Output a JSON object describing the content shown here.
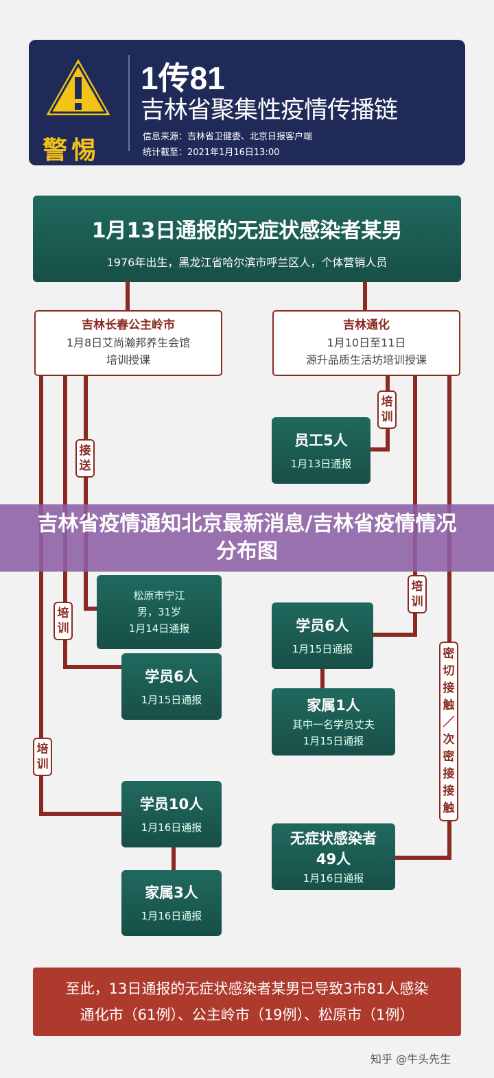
{
  "header": {
    "warning_label": "警惕",
    "title_big": "1传81",
    "title": "吉林省聚集性疫情传播链",
    "source": "信息来源：吉林省卫健委、北京日报客户端",
    "cutoff": "统计截至：2021年1月16日13:00"
  },
  "origin": {
    "title": "1月13日通报的无症状感染者某男",
    "subtitle": "1976年出生，黑龙江省哈尔滨市呼兰区人，个体营销人员"
  },
  "left_site": {
    "name": "吉林长春公主岭市",
    "line1": "1月8日艾尚瀚邦养生会馆",
    "line2": "培训授课"
  },
  "right_site": {
    "name": "吉林通化",
    "line1": "1月10日至11日",
    "line2": "源升品质生活坊培训授课"
  },
  "tags": {
    "jiesong": "接送",
    "peixun": "培训",
    "close_contact": "密切接触／次密接接触"
  },
  "nodes": {
    "staff5": {
      "title": "员工5人",
      "date": "1月13日通报"
    },
    "songyuan": {
      "line1": "松原市宁江",
      "line2": "男，31岁",
      "date": "1月14日通报"
    },
    "student6_left": {
      "title": "学员6人",
      "date": "1月15日通报"
    },
    "student10": {
      "title": "学员10人",
      "date": "1月16日通报"
    },
    "family3": {
      "title": "家属3人",
      "date": "1月16日通报"
    },
    "student6_right": {
      "title": "学员6人",
      "date": "1月15日通报"
    },
    "family1": {
      "title": "家属1人",
      "note": "其中一名学员丈夫",
      "date": "1月15日通报"
    },
    "asym49": {
      "title": "无症状感染者",
      "count": "49人",
      "date": "1月16日通报"
    }
  },
  "summary": {
    "line1": "至此，13日通报的无症状感染者某男已导致3市81人感染",
    "line2": "通化市（61例）、公主岭市（19例）、松原市（1例）"
  },
  "banner": {
    "text": "吉林省疫情通知北京最新消息/吉林省疫情情况分布图"
  },
  "watermark": "知乎 @牛头先生"
}
